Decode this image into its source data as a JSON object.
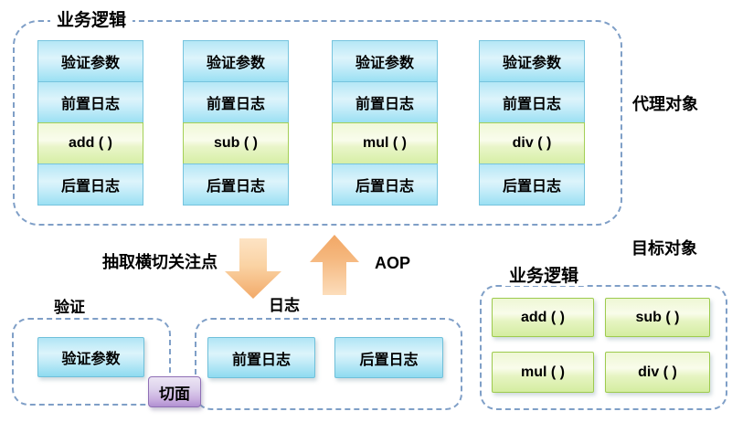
{
  "proxy_group": {
    "group_label": "业务逻辑",
    "side_label": "代理对象",
    "columns": [
      [
        "验证参数",
        "前置日志",
        "add ( )",
        "后置日志"
      ],
      [
        "验证参数",
        "前置日志",
        "sub ( )",
        "后置日志"
      ],
      [
        "验证参数",
        "前置日志",
        "mul ( )",
        "后置日志"
      ],
      [
        "验证参数",
        "前置日志",
        "div ( )",
        "后置日志"
      ]
    ]
  },
  "transform": {
    "extract_label": "抽取横切关注点",
    "aop_label": "AOP"
  },
  "aspect": {
    "label": "切面"
  },
  "validation_group": {
    "group_label": "验证",
    "box_label": "验证参数"
  },
  "log_group": {
    "group_label": "日志",
    "boxes": [
      "前置日志",
      "后置日志"
    ]
  },
  "target_group": {
    "title": "目标对象",
    "group_label": "业务逻辑",
    "methods": [
      "add ( )",
      "sub ( )",
      "mul ( )",
      "div ( )"
    ]
  },
  "colors": {
    "dashed_border": "#7f9fc7",
    "blue_box_border": "#76c4de",
    "blue_box_top": "#b5e7f6",
    "blue_box_bottom": "#9be0f3",
    "green_box_border": "#a3cf56",
    "green_box_top": "#f0f8d8",
    "green_box_bottom": "#d7efa6",
    "purple_box_border": "#8f6fb5",
    "purple_box_top": "#ece5f4",
    "purple_box_bottom": "#b191d1",
    "arrow_light": "#fcddbb",
    "arrow_dark": "#f2a765"
  }
}
